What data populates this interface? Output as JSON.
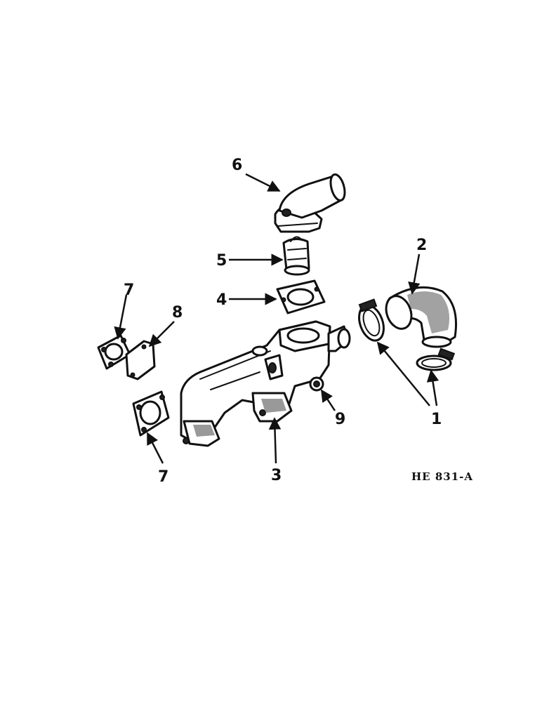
{
  "diagram": {
    "code": "HE 831-A",
    "callouts": [
      "1",
      "2",
      "3",
      "4",
      "5",
      "6",
      "7",
      "7",
      "8",
      "9"
    ]
  }
}
